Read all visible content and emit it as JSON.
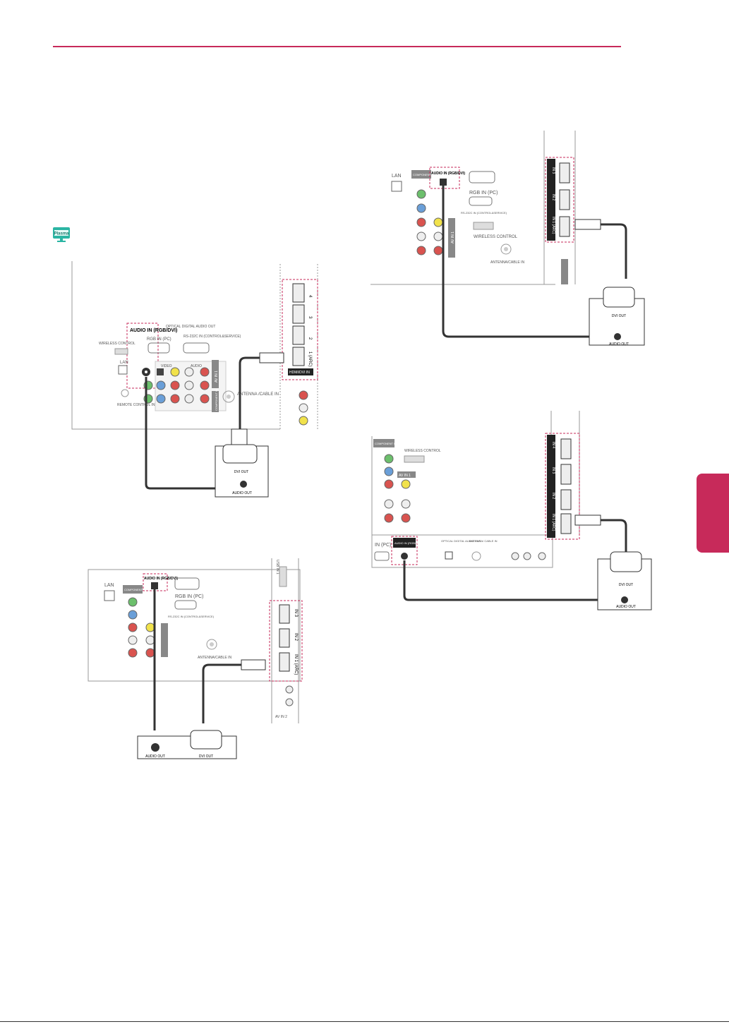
{
  "page": {
    "accent_color": "#c72a5a"
  },
  "plasma_badge": {
    "label": "Plasma",
    "icon": "monitor-icon"
  },
  "fig1": {
    "audio_in": "AUDIO IN (RGB/DVI)",
    "optical": "OPTICAL DIGITAL AUDIO OUT",
    "rs232": "RS-232C IN (CONTROL&SERVICE)",
    "rgb_in": "RGB IN (PC)",
    "wireless": "WIRELESS CONTROL",
    "lan": "LAN",
    "remote": "REMOTE CONTROL IN",
    "antenna": "ANTENNA /CABLE IN",
    "video": "VIDEO",
    "audio": "AUDIO",
    "av_in": "AV IN 1",
    "component": "COMPONENT IN",
    "hdmi": "HDMI/DVI IN",
    "arc": "1 (ARC)",
    "port2": "2",
    "port3": "3",
    "port4": "4",
    "dvi_out": "DVI OUT",
    "audio_out": "AUDIO OUT"
  },
  "fig2": {
    "lan": "LAN",
    "component": "COMPONENT IN",
    "audio_in": "AUDIO IN (RGB/DVI)",
    "rgb_in": "RGB IN (PC)",
    "rs232": "RS-232C IN (CONTROL&SERVICE)",
    "antenna": "ANTENNA/CABLE IN",
    "hdmi1": "IN 1 (ARC)",
    "hdmi2": "IN 2",
    "hdmi3": "IN 3",
    "usb1": "USB IN 1",
    "av_in": "AV IN 2",
    "audio_out": "AUDIO OUT",
    "dvi_out": "DVI OUT"
  },
  "fig3": {
    "lan": "LAN",
    "component": "COMPONENT IN",
    "audio_in": "AUDIO IN (RGB/DVI)",
    "rgb_in": "RGB IN (PC)",
    "rs232": "RS-232C IN (CONTROL&SERVICE)",
    "wireless": "WIRELESS CONTROL",
    "antenna": "ANTENNA/CABLE IN",
    "av_in": "AV IN 1",
    "hdmi1": "IN 1 (ARC)",
    "hdmi2": "IN 2",
    "hdmi3": "IN 3",
    "dvi_out": "DVI OUT",
    "audio_out": "AUDIO OUT"
  },
  "fig4": {
    "component": "COMPONENT IN",
    "wireless": "WIRELESS CONTROL",
    "av_in": "AV IN 1",
    "rgb_in": "IN (PC)",
    "audio_in": "AUDIO IN (RGB/DVI)",
    "optical": "OPTICAL DIGITAL AUDIO OUT",
    "antenna": "ANTENNA/ CABLE IN",
    "hdmi1": "IN 1 (ARC)",
    "hdmi2": "IN 2",
    "hdmi3": "IN 3",
    "hdmi4": "IN 4",
    "dvi_out": "DVI OUT",
    "audio_out": "AUDIO OUT"
  }
}
